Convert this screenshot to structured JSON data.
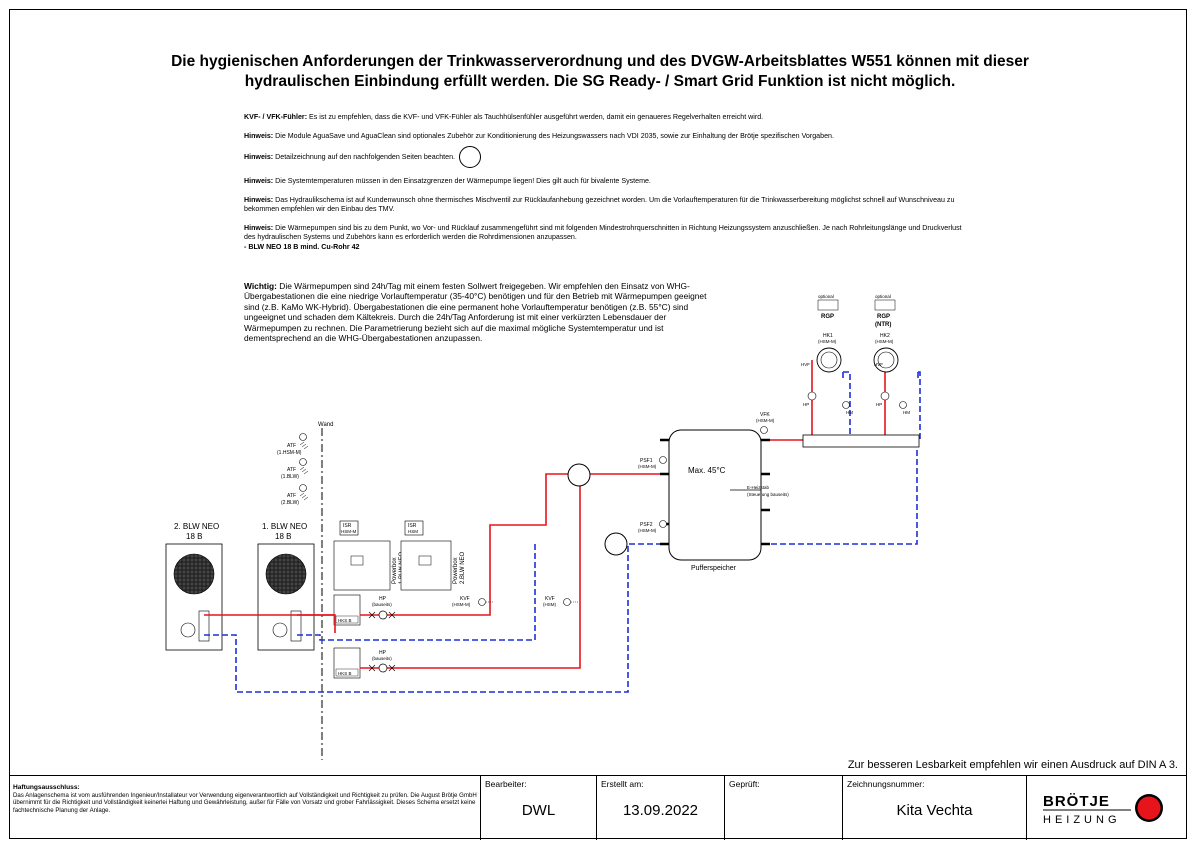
{
  "title_line1": "Die hygienischen Anforderungen der Trinkwasserverordnung und des DVGW-Arbeitsblattes W551 können mit dieser",
  "title_line2": "hydraulischen Einbindung erfüllt werden. Die SG Ready- / Smart Grid Funktion ist nicht möglich.",
  "notes": [
    {
      "label": "KVF- / VFK-Fühler:",
      "text": " Es ist zu empfehlen, dass die KVF- und VFK-Fühler als Tauchhülsenfühler ausgeführt werden, damit ein genaueres Regelverhalten erreicht wird."
    },
    {
      "label": "Hinweis:",
      "text": " Die Module AguaSave und AguaClean sind optionales Zubehör zur Konditionierung des Heizungswassers nach VDI 2035, sowie zur Einhaltung der Brötje spezifischen Vorgaben."
    },
    {
      "label": "Hinweis:",
      "text": " Detailzeichnung auf den nachfolgenden Seiten beachten."
    },
    {
      "label": "Hinweis:",
      "text": " Die Systemtemperaturen müssen in den Einsatzgrenzen der Wärmepumpe liegen! Dies gilt auch für bivalente Systeme."
    },
    {
      "label": "Hinweis:",
      "text": " Das Hydraulikschema ist auf Kundenwunsch ohne thermisches Mischventil zur Rücklaufanhebung gezeichnet worden. Um die Vorlauftemperaturen für die Trinkwasserbereitung möglichst schnell auf Wunschniveau zu bekommen empfehlen wir den Einbau des TMV."
    },
    {
      "label": "Hinweis:",
      "text": " Die Wärmepumpen sind bis zu dem Punkt, wo Vor- und Rücklauf zusammengeführt sind mit folgenden Mindestrohrquerschnitten in Richtung Heizungssystem anzuschließen. Je nach Rohrleitungslänge und Druckverlust des hydraulischen Systems und Zubehörs kann es erforderlich werden die Rohrdimensionen anzupassen."
    }
  ],
  "note_pipe": " - BLW NEO 18 B mind. Cu-Rohr 42",
  "wichtig_label": "Wichtig:",
  "wichtig_text": " Die Wärmepumpen sind 24h/Tag mit einem festen Sollwert freigegeben. Wir empfehlen den Einsatz von WHG-Übergabestationen die eine niedrige Vorlauftemperatur (35-40°C) benötigen und für den Betrieb mit Wärmepumpen geeignet sind (z.B. KaMo WK-Hybrid). Übergabestationen die eine permanent hohe Vorlauftemperatur benötigen (z.B. 55°C) sind ungeeignet und schaden dem Kältekreis. Durch die 24h/Tag Anforderung ist mit einer verkürzten Lebensdauer der Wärmepumpen zu rechnen. Die Parametrierung bezieht sich auf die maximal mögliche Systemtemperatur und ist dementsprechend an die WHG-Übergabestationen anzupassen.",
  "diagram": {
    "wand": "Wand",
    "atf1": "ATF",
    "atf1_sub": "(1.HSM-M)",
    "atf2": "ATF",
    "atf2_sub": "(1.BLW)",
    "atf3": "ATF",
    "atf3_sub": "(2.BLW)",
    "hp2_line1": "2. BLW NEO",
    "hp2_line2": "18 B",
    "hp1_line1": "1. BLW NEO",
    "hp1_line2": "18 B",
    "isr1_l1": "ISR",
    "isr1_l2": "HSM-M",
    "isr2_l1": "ISR",
    "isr2_l2": "HSM",
    "pb1_l1": "Powerbox",
    "pb1_l2": "1.BLW NEO",
    "pb2_l1": "Powerbox",
    "pb2_l2": "2.BLW NEO",
    "hks1": "HKS B",
    "hks2": "HKS B",
    "hp_pump1": "HP",
    "hp_pump1_sub": "(bauseits)",
    "hp_pump2": "HP",
    "hp_pump2_sub": "(bauseits)",
    "kvf1": "KVF",
    "kvf1_sub": "(HSM-M)",
    "kvf2": "KVF",
    "kvf2_sub": "(HSM)",
    "psf1": "PSF1",
    "psf1_sub": "(HSM-M)",
    "psf2": "PSF2",
    "psf2_sub": "(HSM-M)",
    "tank_temp": "Max. 45°C",
    "eheiz": "E-Heizstab",
    "eheiz_sub": "(Steuerung bauseits)",
    "tank_label": "Pufferspeicher",
    "vfk": "VFK",
    "vfk_sub": "(HSM-M)",
    "opt1": "optional",
    "rgp1": "RGP",
    "opt2": "optional",
    "rgp2": "RGP",
    "rgp2_sub": "(NTR)",
    "hk1": "HK1",
    "hk1_sub": "(HSM-M)",
    "hk2": "HK2",
    "hk2_sub": "(HSM-M)",
    "hvf1": "HVF",
    "hvf2": "HVF",
    "hp_hk1": "HP",
    "hm_hk1": "HM",
    "hp_hk2": "HP",
    "hm_hk2": "HM",
    "colors": {
      "flow": "#e8141c",
      "return": "#1f2fd6"
    }
  },
  "din_note": "Zur besseren Lesbarkeit empfehlen wir einen Ausdruck auf DIN A 3.",
  "footer": {
    "disclaimer_title": "Haftungsausschluss:",
    "disclaimer_text": "Das Anlagenschema ist vom ausführenden Ingenieur/Installateur vor Verwendung eigenverantwortlich auf Vollständigkeit und Richtigkeit zu prüfen. Die August Brötje GmbH übernimmt für die Richtigkeit und Vollständigkeit keinerlei Haftung und Gewährleistung, außer für Fälle von Vorsatz und grober Fahrlässigkeit. Dieses Schema ersetzt keine fachtechnische Planung der Anlage.",
    "bearbeiter_label": "Bearbeiter:",
    "bearbeiter": "DWL",
    "erstellt_label": "Erstellt am:",
    "erstellt": "13.09.2022",
    "geprueft_label": "Geprüft:",
    "geprueft": "",
    "nummer_label": "Zeichnungsnummer:",
    "nummer": "Kita Vechta",
    "logo_top": "BRÖTJE",
    "logo_bottom": "HEIZUNG",
    "logo_color": "#e8141c"
  }
}
